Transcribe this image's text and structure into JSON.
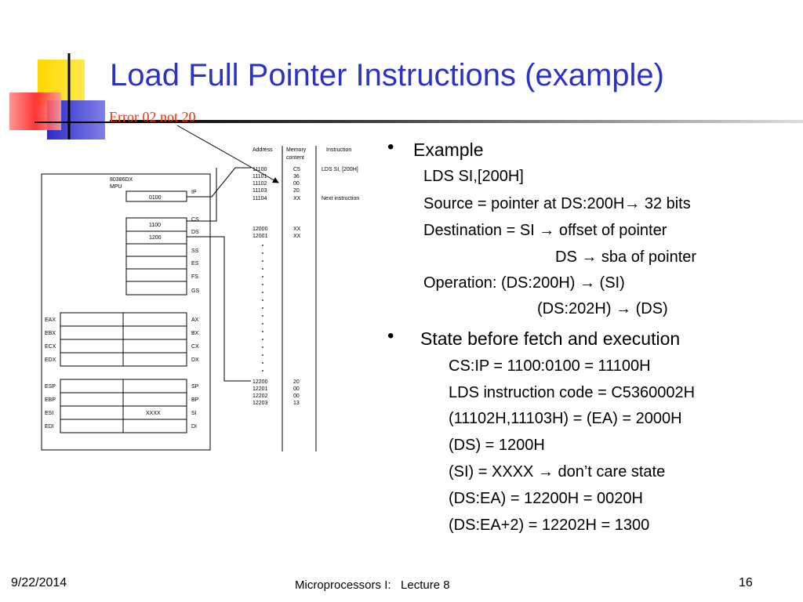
{
  "slide": {
    "title": "Load Full Pointer Instructions (example)",
    "note": "Error 02 not 20",
    "bullets": [
      {
        "text": "Example",
        "lines": [
          "LDS SI,[200H]",
          "Source = pointer at DS:200H→ 32 bits",
          "Destination = SI → offset of pointer",
          "DS → sba of pointer",
          "Operation:  (DS:200H) → (SI)",
          "(DS:202H) → (DS)"
        ]
      },
      {
        "text": "State before fetch and execution",
        "lines": [
          "CS:IP = 1100:0100 = 11100H",
          "LDS instruction code = C5360002H",
          "(11102H,11103H) = (EA) = 2000H",
          "(DS) = 1200H",
          "(SI) = XXXX → don’t care state",
          "(DS:EA) = 12200H = 0020H",
          "(DS:EA+2) = 12202H = 1300"
        ]
      }
    ]
  },
  "diagram": {
    "cpu_name": "80386DX",
    "cpu_sub": "MPU",
    "col_headers": [
      "Address",
      "Memory",
      "content",
      "Instruction"
    ],
    "ip_value": "0100",
    "cs_value": "1100",
    "ds_value": "1200",
    "si_value": "XXXX",
    "seg_labels": [
      "IP",
      "CS",
      "DS",
      "SS",
      "ES",
      "FS",
      "GS"
    ],
    "gen_left": [
      "EAX",
      "EBX",
      "ECX",
      "EDX"
    ],
    "gen_right": [
      "AX",
      "BX",
      "CX",
      "DX"
    ],
    "idx_left": [
      "ESP",
      "EBP",
      "ESI",
      "EDI"
    ],
    "idx_right": [
      "SP",
      "BP",
      "SI",
      "DI"
    ],
    "mem_group1": [
      {
        "addr": "11100",
        "val": "C5",
        "instr": "LDS SI, [200H]"
      },
      {
        "addr": "11101",
        "val": "36",
        "instr": ""
      },
      {
        "addr": "11102",
        "val": "00",
        "instr": ""
      },
      {
        "addr": "11103",
        "val": "20",
        "instr": ""
      },
      {
        "addr": "11104",
        "val": "XX",
        "instr": "Next instruction"
      }
    ],
    "mem_group2": [
      {
        "addr": "12000",
        "val": "XX"
      },
      {
        "addr": "12001",
        "val": "XX"
      }
    ],
    "mem_group3": [
      {
        "addr": "12200",
        "val": "20"
      },
      {
        "addr": "12201",
        "val": "00"
      },
      {
        "addr": "12202",
        "val": "00"
      },
      {
        "addr": "12203",
        "val": "13"
      }
    ]
  },
  "footer": {
    "date": "9/22/2014",
    "course": "Microprocessors I:   Lecture 8",
    "page": "16"
  },
  "colors": {
    "title": "#2b33c7",
    "note": "#ff2a00",
    "deco_yellow": "#ffd700",
    "deco_blue": "#3d3dc8",
    "deco_red": "#ff3030"
  }
}
